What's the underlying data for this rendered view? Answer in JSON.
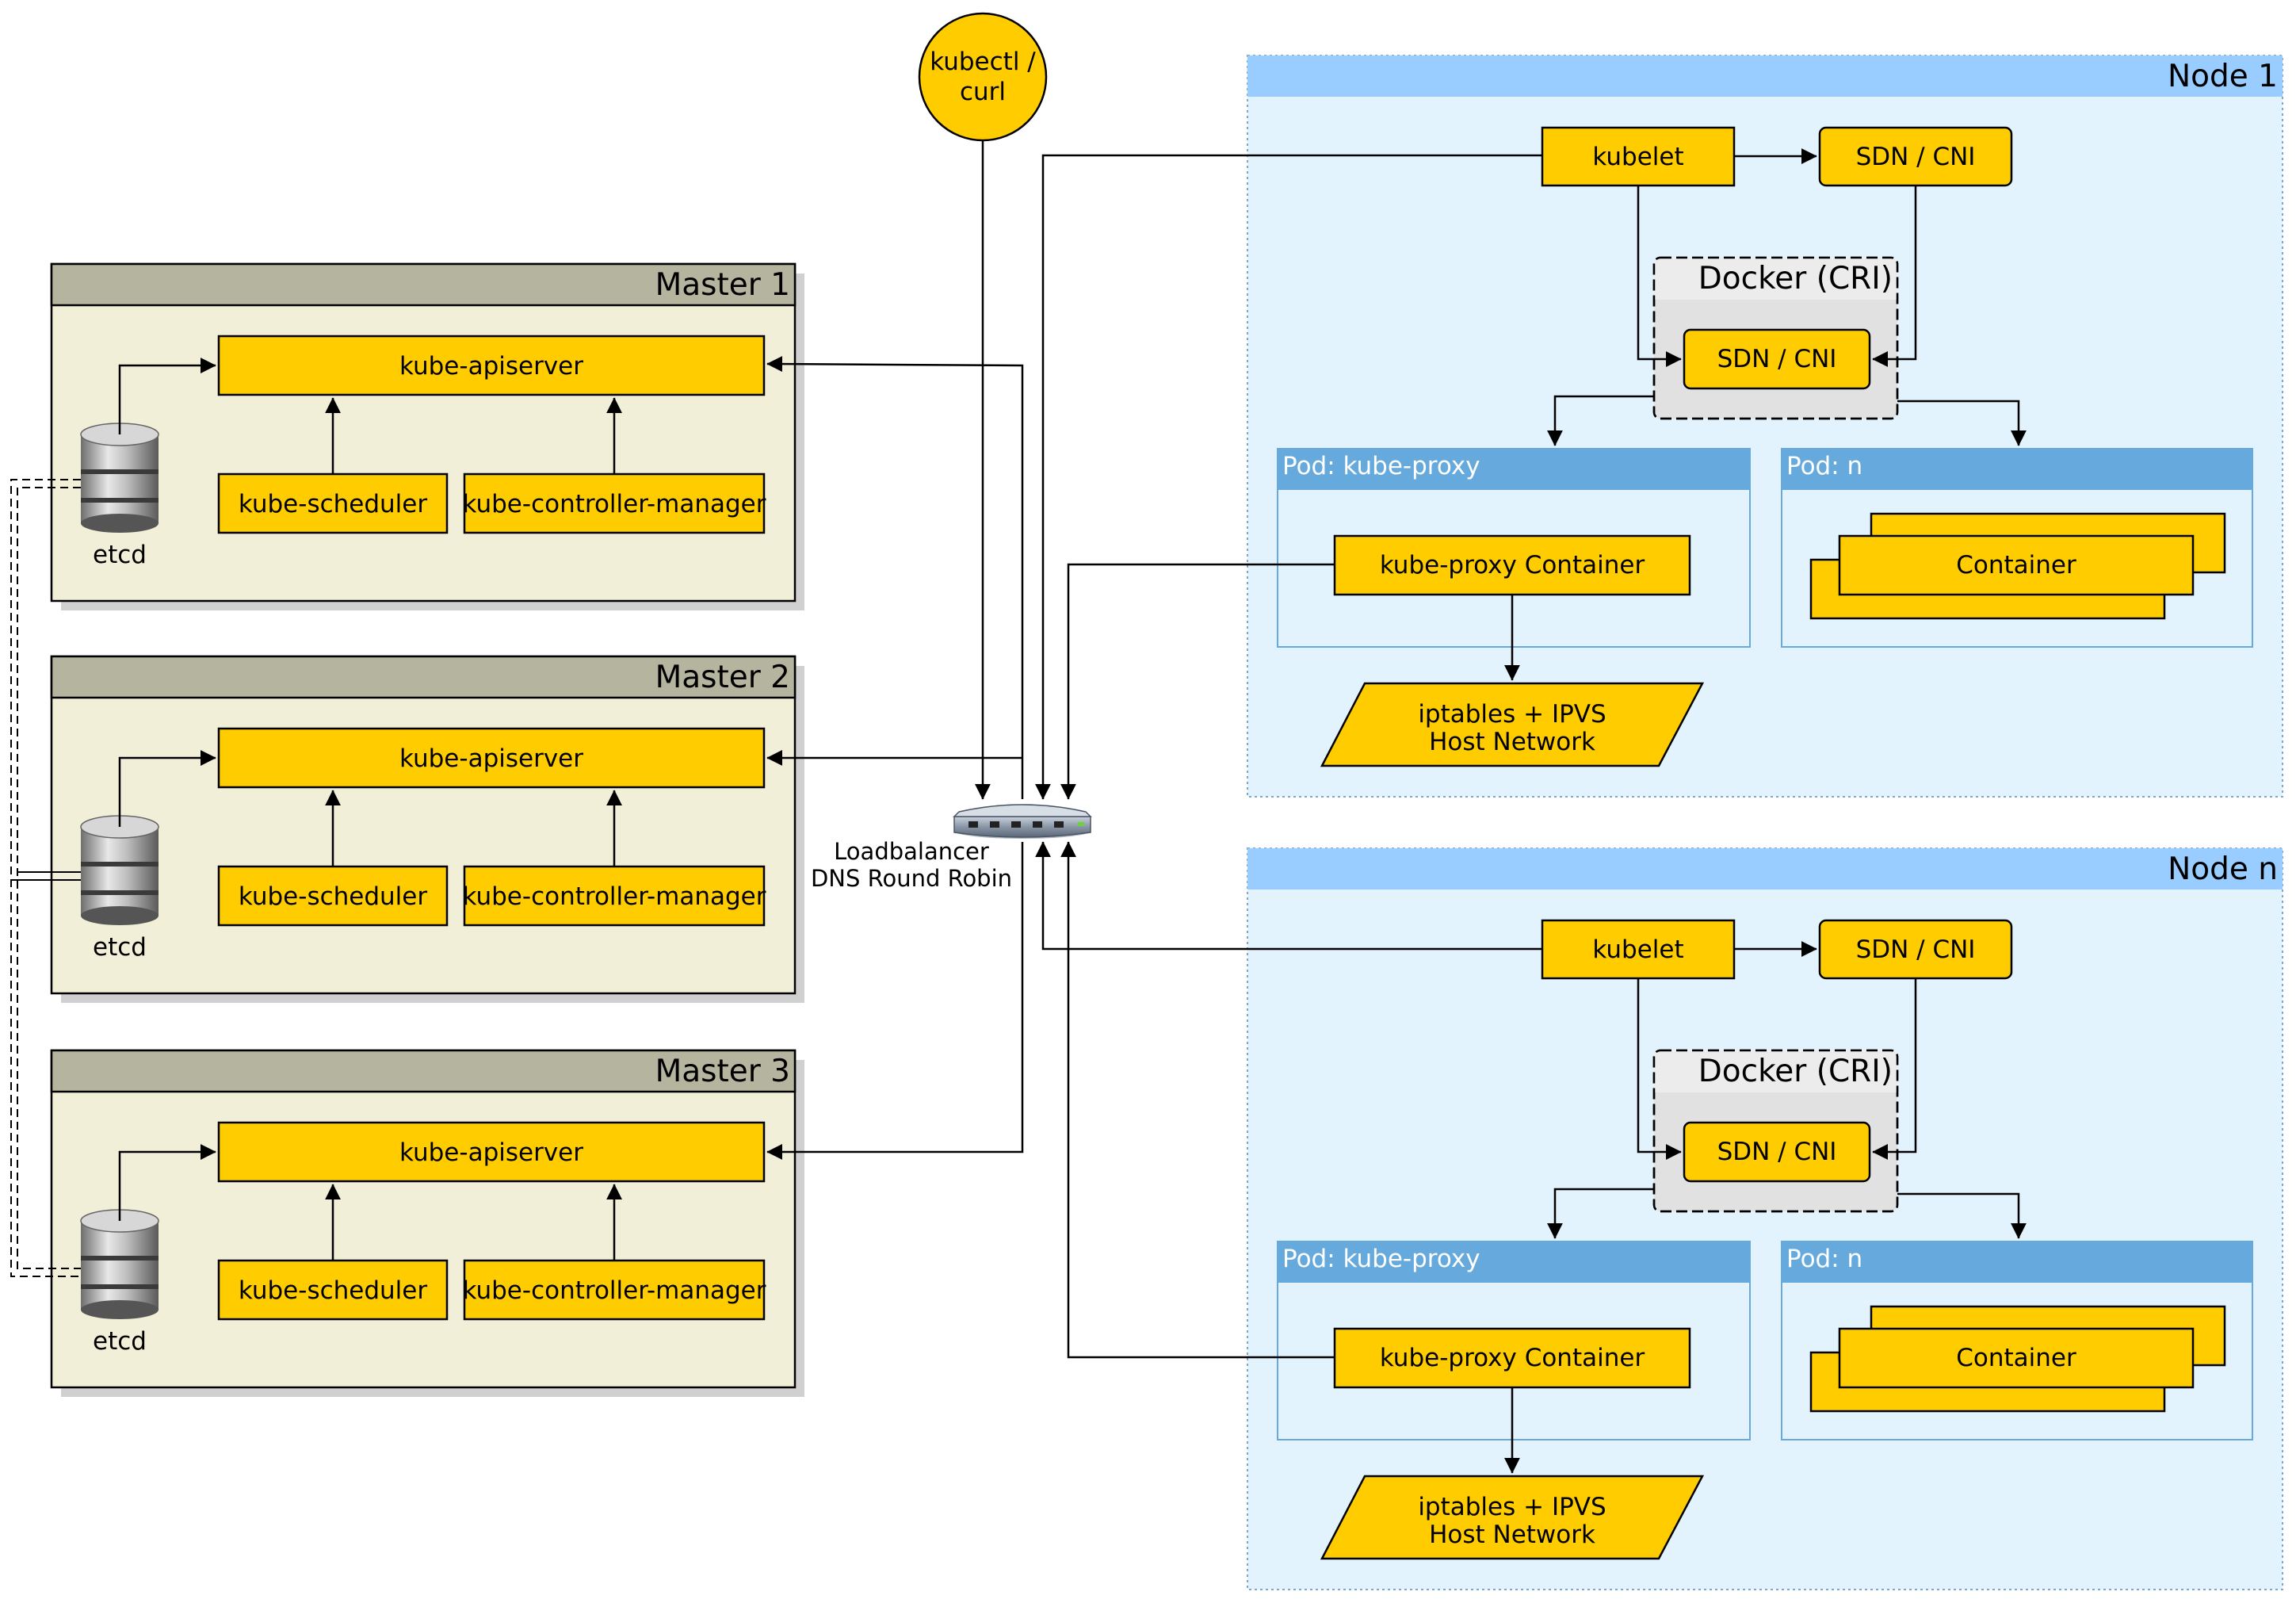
{
  "client": {
    "label_line1": "kubectl /",
    "label_line2": "curl"
  },
  "masters": [
    {
      "title": "Master 1",
      "apiserver": "kube-apiserver",
      "scheduler": "kube-scheduler",
      "controller": "kube-controller-manager",
      "etcd": "etcd"
    },
    {
      "title": "Master 2",
      "apiserver": "kube-apiserver",
      "scheduler": "kube-scheduler",
      "controller": "kube-controller-manager",
      "etcd": "etcd"
    },
    {
      "title": "Master 3",
      "apiserver": "kube-apiserver",
      "scheduler": "kube-scheduler",
      "controller": "kube-controller-manager",
      "etcd": "etcd"
    }
  ],
  "loadbalancer": {
    "label_line1": "Loadbalancer",
    "label_line2": "DNS Round Robin"
  },
  "nodes": [
    {
      "title": "Node 1",
      "kubelet": "kubelet",
      "sdn": "SDN / CNI",
      "docker": "Docker (CRI)",
      "docker_sdn": "SDN / CNI",
      "pod_proxy": "Pod: kube-proxy",
      "proxy_container": "kube-proxy Container",
      "pod_n": "Pod: n",
      "container": "Container",
      "iptables_line1": "iptables + IPVS",
      "iptables_line2": "Host Network"
    },
    {
      "title": "Node n",
      "kubelet": "kubelet",
      "sdn": "SDN / CNI",
      "docker": "Docker (CRI)",
      "docker_sdn": "SDN / CNI",
      "pod_proxy": "Pod: kube-proxy",
      "proxy_container": "kube-proxy Container",
      "pod_n": "Pod: n",
      "container": "Container",
      "iptables_line1": "iptables + IPVS",
      "iptables_line2": "Host Network"
    }
  ],
  "colors": {
    "component": "#ffcc00",
    "master_bg": "#f2efd9",
    "master_header": "#b5b59f",
    "node_bg": "#e3f3fd",
    "node_header": "#99ccff",
    "pod_header": "#66aadd",
    "docker_bg": "#e1e1e1"
  }
}
